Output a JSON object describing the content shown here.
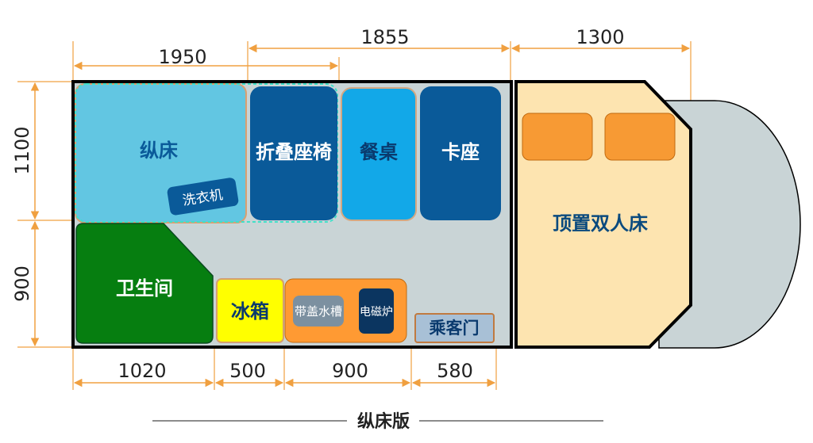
{
  "dimensions": {
    "top": [
      "1950",
      "1855",
      "1300"
    ],
    "left": [
      "1100",
      "900"
    ],
    "bottom": [
      "1020",
      "500",
      "900",
      "580"
    ]
  },
  "zones": {
    "longitudinal_bed": "纵床",
    "washing_machine": "洗衣机",
    "folding_seat": "折叠座椅",
    "dining_table": "餐桌",
    "booth_seat": "卡座",
    "bathroom": "卫生间",
    "fridge": "冰箱",
    "covered_sink": "带盖水槽",
    "induction_cooker": "电磁炉",
    "passenger_door": "乘客门",
    "roof_double_bed": "顶置双人床"
  },
  "caption": "纵床版",
  "colors": {
    "floor": "#c9d4d6",
    "bed": "#62c6e2",
    "dark_blue": "#0a5a99",
    "light_blue": "#12a8e8",
    "bathroom": "#067e10",
    "fridge": "#ffff00",
    "kitchen": "#ff9a33",
    "cab": "#fde4b0",
    "pillow": "#f79a34",
    "dimension": "#f0a040"
  }
}
